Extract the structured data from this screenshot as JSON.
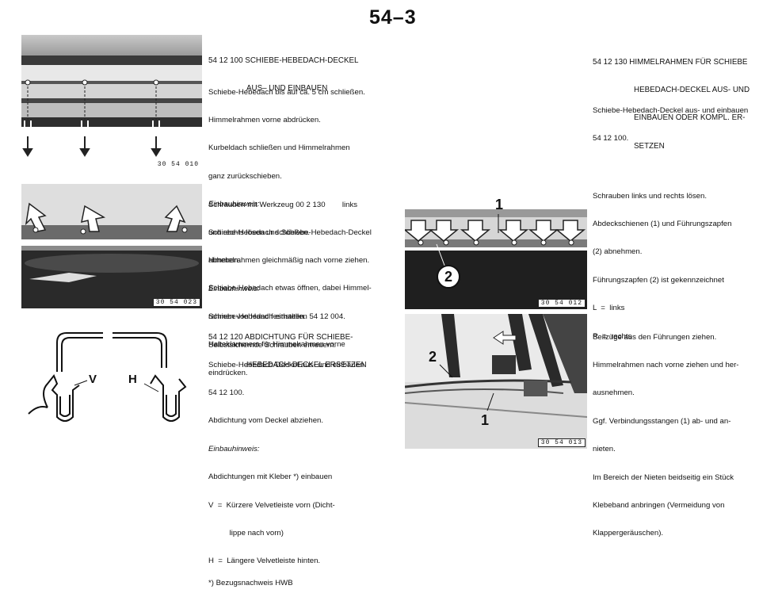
{
  "page": {
    "number": "54–3"
  },
  "left_col": {
    "sec1": {
      "heading_line1": "54 12 100 SCHIEBE-HEBEDACH-DECKEL",
      "heading_line2": "AUS– UND EINBAUEN",
      "body": [
        "Schiebe-Hebedach bis auf ca. 5 cm schließen.",
        "Himmelrahmen vorne abdrücken.",
        "Kurbeldach schließen und Himmelrahmen",
        "ganz zurückschieben."
      ],
      "note_label": "Einbauhinweis:",
      "note_body": [
        "Schiebe-Hebedach schließen.",
        "Himmelrahmen gleichmäßig nach vorne ziehen.",
        "Schiebe-Hebedach etwas öffnen, dabei Himmel-",
        "rahmen von Hand festhalten.",
        "Halteklammern für Himmelrahmen vorne",
        "eindrücken."
      ],
      "img_code": "30 54 010"
    },
    "sec2": {
      "body": [
        "Schrauben mit Werkzeug 00 2 130        links",
        "und rechts lösen und Schiebe-Hebedach-Deckel",
        "abheben."
      ],
      "note_label": "Einbauhinweis:",
      "note_body": [
        "Schiebe-Hebedach einstellen 54 12 004.",
        "Selbstsichernde Schrauben erneuern."
      ],
      "img_code": "30 54 023"
    },
    "sec3": {
      "heading_line1": "54 12 120 ABDICHTUNG FÜR SCHIEBE-",
      "heading_line2": "HEBEDACH-DECKEL ERSETZEN",
      "body": [
        "Schiebe-Hebedach-Deckel aus- und einbauen",
        "54 12 100.",
        "Abdichtung vom Deckel abziehen."
      ],
      "note_label": "Einbauhinweis:",
      "note_body": [
        "Abdichtungen mit Kleber *) einbauen",
        "V  =  Kürzere Velvetleiste vorn (Dicht-",
        "          lippe nach vorn)",
        "H  =  Längere Velvetleiste hinten."
      ],
      "label_v": "V",
      "label_h": "H"
    },
    "footnote": "*) Bezugsnachweis HWB"
  },
  "right_col": {
    "sec1": {
      "heading_line1": "54 12 130 HIMMELRAHMEN FÜR SCHIEBE",
      "heading_line2": "HEBEDACH-DECKEL AUS- UND",
      "heading_line3": "EINBAUEN ODER KOMPL. ER-",
      "heading_line4": "SETZEN",
      "body": [
        "Schiebe-Hebedach-Deckel aus- und einbauen",
        "54 12 100."
      ]
    },
    "sec2": {
      "body": [
        "Schrauben links und rechts lösen.",
        "Abdeckschienen (1) und Führungszapfen",
        "(2) abnehmen.",
        "Führungszapfen (2) ist gekennzeichnet",
        "L  =  links",
        "R  =  rechts"
      ],
      "img_code": "30 54 012",
      "callout1": "1",
      "callout2": "2"
    },
    "sec3": {
      "body": [
        "Seilzüge aus den Führungen ziehen.",
        "Himmelrahmen nach vorne ziehen und her-",
        "ausnehmen.",
        "Ggf. Verbindungsstangen (1) ab- und an-",
        "nieten.",
        "Im Bereich der Nieten beidseitig ein Stück",
        "Klebeband anbringen (Vermeidung von",
        "Klappergeräuschen)."
      ],
      "img_code": "30 54 013",
      "callout1": "1",
      "callout2": "2"
    }
  }
}
